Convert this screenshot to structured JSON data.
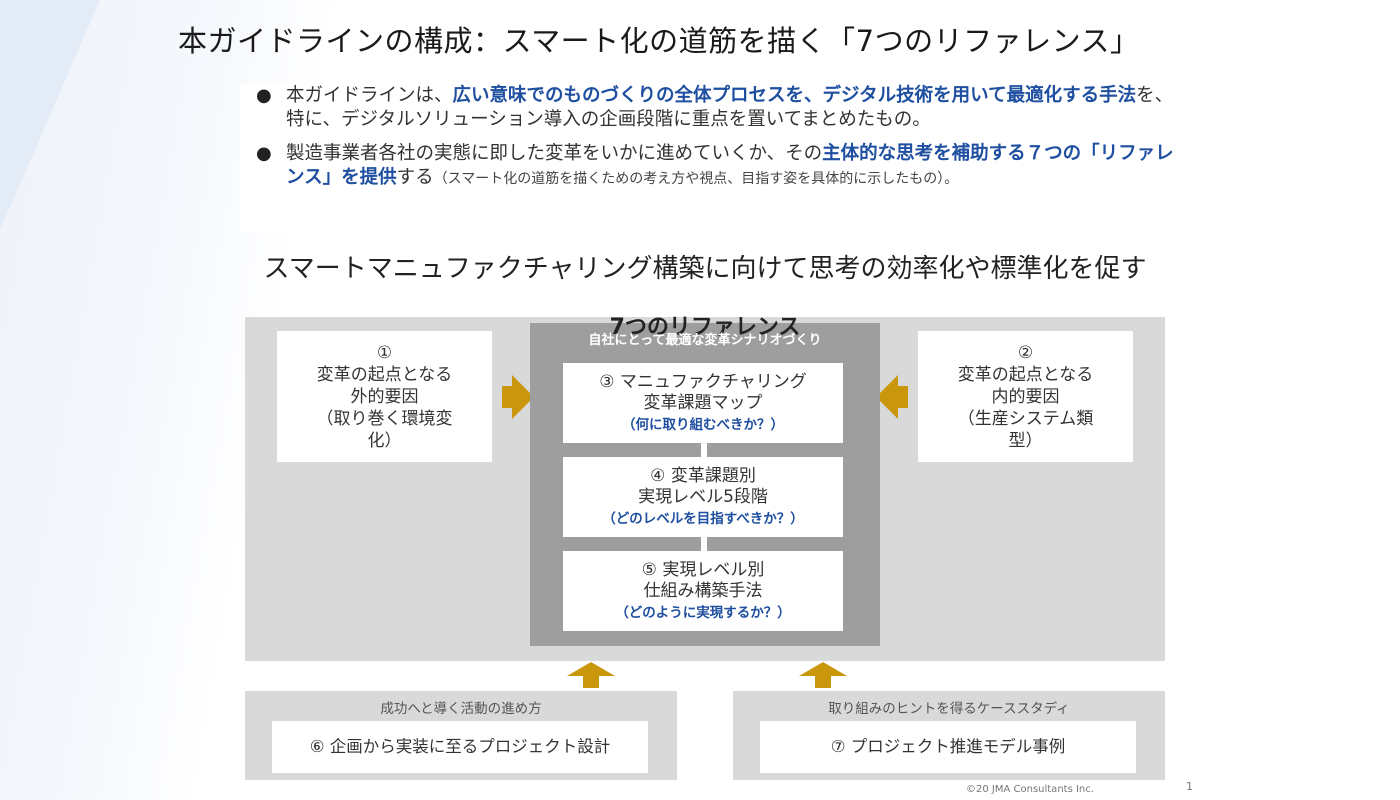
{
  "title": "本ガイドラインの構成：スマート化の道筋を描く「7つのリファレンス」",
  "bullets": [
    {
      "pre": "本ガイドラインは、",
      "highlight": "広い意味でのものづくりの全体プロセスを、デジタル技術を用いて最適化する手法",
      "post": "を、特に、デジタルソリューション導入の企画段階に重点を置いてまとめたもの。",
      "note": ""
    },
    {
      "pre": "製造事業者各社の実態に即した変革をいかに進めていくか、その",
      "highlight": "主体的な思考を補助する７つの「リファレンス」を提供",
      "post": "する",
      "note": "（スマート化の道筋を描くための考え方や視点、目指す姿を具体的に示したもの）。"
    }
  ],
  "subtitle": "スマートマニュファクチャリング構築に向けて思考の効率化や標準化を促す",
  "center": {
    "title": "7つのリファレンス",
    "subtitle": "自社にとって最適な変革シナリオづくり"
  },
  "left_box": {
    "num": "①",
    "lines": [
      "変革の起点となる",
      "外的要因",
      "（取り巻く環境変",
      "化）"
    ]
  },
  "right_box": {
    "num": "②",
    "lines": [
      "変革の起点となる",
      "内的要因",
      "（生産システム類",
      "型）"
    ]
  },
  "inner_boxes": [
    {
      "lines": [
        "③ マニュファクチャリング",
        "変革課題マップ"
      ],
      "question": "（何に取り組むべきか？）"
    },
    {
      "lines": [
        "④ 変革課題別",
        "実現レベル5段階"
      ],
      "question": "（どのレベルを目指すべきか？）"
    },
    {
      "lines": [
        "⑤ 実現レベル別",
        "仕組み構築手法"
      ],
      "question": "（どのように実現するか？）"
    }
  ],
  "bottom_left": {
    "label": "成功へと導く活動の進め方",
    "item": "⑥ 企画から実装に至るプロジェクト設計"
  },
  "bottom_right": {
    "label": "取り組みのヒントを得るケーススタディ",
    "item": "⑦ プロジェクト推進モデル事例"
  },
  "footer": {
    "copyright": "©20  JMA Consultants Inc.",
    "page": "1"
  },
  "colors": {
    "accent_blue": "#1f4fa0",
    "arrow_gold": "#c9960c",
    "panel_gray": "#d9d9d9",
    "center_gray": "#9e9e9e"
  }
}
